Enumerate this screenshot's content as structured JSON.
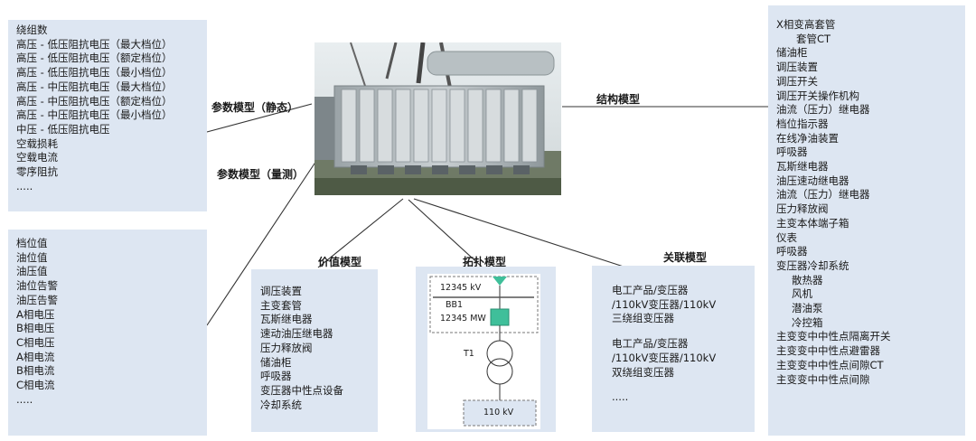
{
  "static_params": {
    "label": "参数模型（静态）",
    "items": [
      "绕组数",
      "高压 - 低压阻抗电压（最大档位）",
      "高压 - 低压阻抗电压（额定档位）",
      "高压 - 低压阻抗电压（最小档位）",
      "高压 - 中压阻抗电压（最大档位）",
      "高压 - 中压阻抗电压（额定档位）",
      "高压 - 中压阻抗电压（最小档位）",
      "中压 - 低压阻抗电压",
      "空载损耗",
      "空载电流",
      "零序阻抗",
      "....."
    ]
  },
  "measured_params": {
    "label": "参数模型（量测）",
    "items": [
      "档位值",
      "油位值",
      "油压值",
      "油位告警",
      "油压告警",
      "A相电压",
      "B相电压",
      "C相电压",
      "A相电流",
      "B相电流",
      "C相电流",
      "....."
    ]
  },
  "value_model": {
    "label": "价值模型",
    "items": [
      "调压装置",
      "主变套管",
      "瓦斯继电器",
      "速动油压继电器",
      "压力释放阀",
      "储油柜",
      "呼吸器",
      "变压器中性点设备",
      "冷却系统"
    ]
  },
  "topology_model": {
    "label": "拓扑模型",
    "voltage_top": "12345 kV",
    "bus": "BB1",
    "power": "12345 MW",
    "transformer": "T1",
    "voltage_bottom": "110 kV"
  },
  "relation_model": {
    "label": "关联模型",
    "group1": [
      "电工产品/变压器",
      "/110kV变压器/110kV",
      "三绕组变压器"
    ],
    "group2": [
      "电工产品/变压器",
      "/110kV变压器/110kV",
      "双绕组变压器"
    ],
    "more": "....."
  },
  "structure_model": {
    "label": "结构模型",
    "items": [
      {
        "text": "X相变高套管",
        "indent": 0
      },
      {
        "text": "套管CT",
        "indent": 1
      },
      {
        "text": "储油柜",
        "indent": 0
      },
      {
        "text": "调压装置",
        "indent": 0
      },
      {
        "text": "调压开关",
        "indent": 0
      },
      {
        "text": "调压开关操作机构",
        "indent": 0
      },
      {
        "text": "油流（压力）继电器",
        "indent": 0
      },
      {
        "text": "档位指示器",
        "indent": 0
      },
      {
        "text": "在线净油装置",
        "indent": 0
      },
      {
        "text": "呼吸器",
        "indent": 0
      },
      {
        "text": "瓦斯继电器",
        "indent": 0
      },
      {
        "text": "油压速动继电器",
        "indent": 0
      },
      {
        "text": "油流（压力）继电器",
        "indent": 0
      },
      {
        "text": "压力释放阀",
        "indent": 0
      },
      {
        "text": "主变本体端子箱",
        "indent": 0
      },
      {
        "text": "仪表",
        "indent": 0
      },
      {
        "text": "呼吸器",
        "indent": 0
      },
      {
        "text": "变压器冷却系统",
        "indent": 0
      },
      {
        "text": "散热器",
        "indent": 2
      },
      {
        "text": "风机",
        "indent": 2
      },
      {
        "text": "潜油泵",
        "indent": 2
      },
      {
        "text": "冷控箱",
        "indent": 2
      },
      {
        "text": "主变变中中性点隔离开关",
        "indent": 0
      },
      {
        "text": "主变变中中性点避雷器",
        "indent": 0
      },
      {
        "text": "主变变中中性点间隙CT",
        "indent": 0
      },
      {
        "text": "主变变中中性点间隙",
        "indent": 0
      }
    ]
  },
  "colors": {
    "panel": "#dde6f2",
    "accent_green": "#3fbf9a",
    "line": "#333333"
  }
}
